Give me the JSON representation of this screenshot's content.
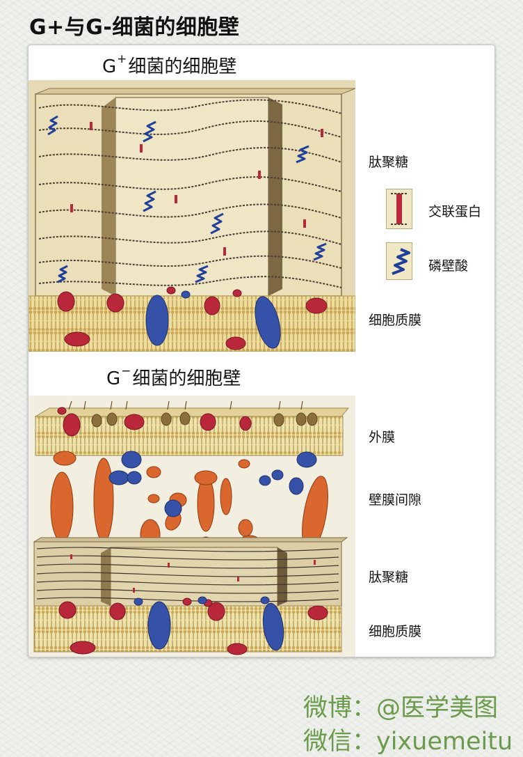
{
  "title": "G+与G-细菌的细胞壁",
  "gram_positive": {
    "heading_prefix": "G",
    "heading_sup": "+",
    "heading_text": "细菌的细胞壁",
    "labels": {
      "peptidoglycan": "肽聚糖",
      "cross_link_protein": "交联蛋白",
      "teichoic_acid": "磷壁酸",
      "plasma_membrane": "细胞质膜"
    }
  },
  "gram_negative": {
    "heading_prefix": "G",
    "heading_sup": "−",
    "heading_text": "细菌的细胞壁",
    "labels": {
      "outer_membrane": "外膜",
      "periplasmic_space": "壁膜间隙",
      "peptidoglycan": "肽聚糖",
      "plasma_membrane": "细胞质膜"
    }
  },
  "watermark": {
    "weibo": "微博：@医学美图",
    "wechat": "微信：yixuemeitu"
  },
  "colors": {
    "wall_beige": "#eadfb8",
    "membrane_yellow": "#e9d48a",
    "protein_red": "#b8283a",
    "protein_blue": "#3552a8",
    "periplasm_orange": "#d9672e",
    "teichoic_blue": "#1f3f9a",
    "watermark_green": "#6b9a4c"
  },
  "icons": [
    "cross-link-protein-icon",
    "teichoic-acid-icon"
  ]
}
